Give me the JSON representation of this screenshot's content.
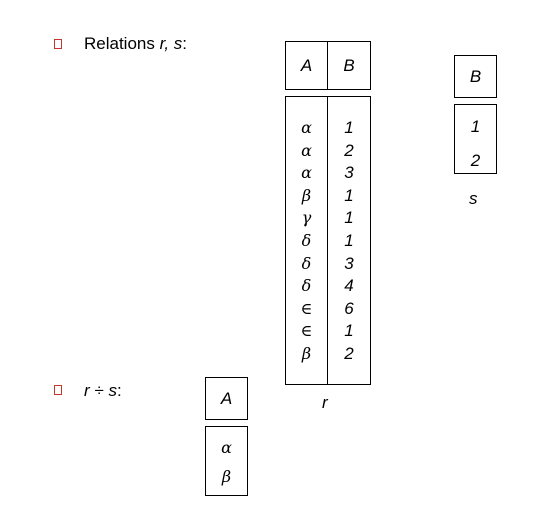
{
  "relations_line": {
    "prefix": "Relations ",
    "r_name": "r",
    "separator": ", ",
    "s_name": "s",
    "suffix": ":"
  },
  "division_line": {
    "expression": "r ÷ s",
    "suffix": ":"
  },
  "relation_r": {
    "caption": "r",
    "header_a": "A",
    "header_b": "B",
    "col_a": [
      "α",
      "α",
      "α",
      "β",
      "γ",
      "δ",
      "δ",
      "δ",
      "∈",
      "∈",
      "β"
    ],
    "col_b": [
      "1",
      "2",
      "3",
      "1",
      "1",
      "1",
      "3",
      "4",
      "6",
      "1",
      "2"
    ]
  },
  "relation_s": {
    "caption": "s",
    "header_b": "B",
    "col_b": [
      "1",
      "2"
    ]
  },
  "result": {
    "header_a": "A",
    "col_a": [
      "α",
      "β"
    ]
  },
  "colors": {
    "bullet": "#c0392b",
    "text": "#000000"
  }
}
